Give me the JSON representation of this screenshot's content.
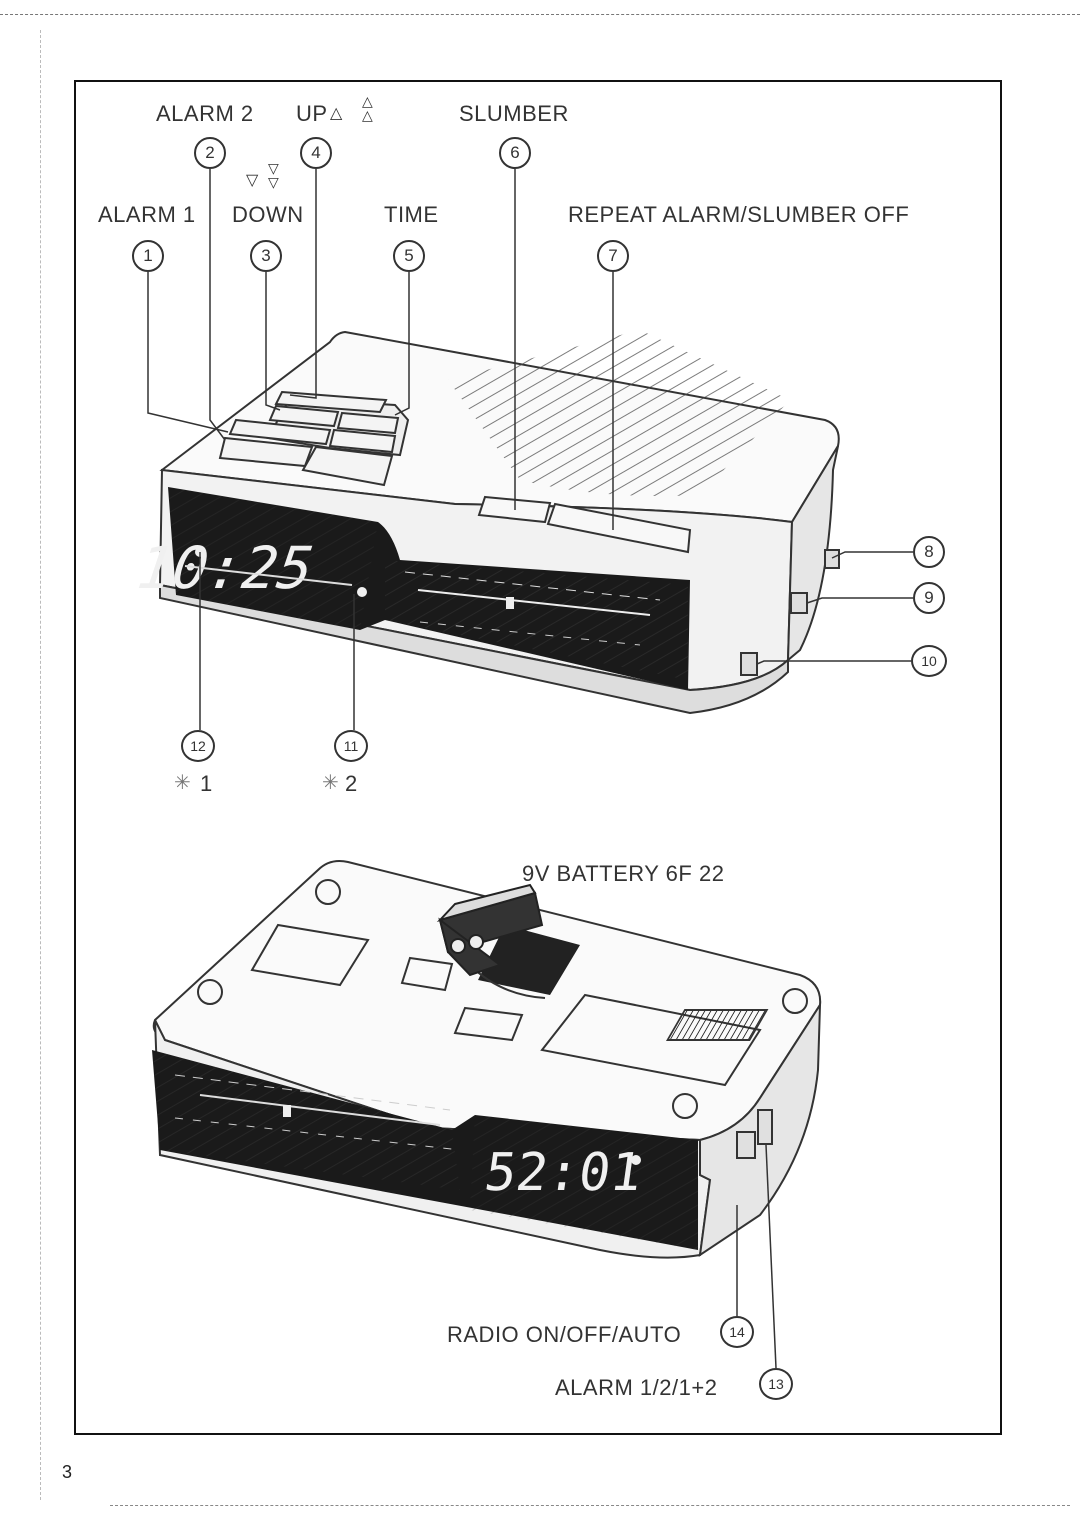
{
  "figure": {
    "labels": {
      "alarm1": "ALARM 1",
      "alarm2": "ALARM 2",
      "down": "DOWN",
      "up": "UP",
      "time": "TIME",
      "slumber": "SLUMBER",
      "repeat": "REPEAT ALARM/SLUMBER OFF",
      "battery": "9V BATTERY 6F 22",
      "radio": "RADIO ON/OFF/AUTO",
      "alarm_select": "ALARM 1/2/1+2",
      "alarm_ind_1": "1",
      "alarm_ind_2": "2"
    },
    "callouts": [
      "1",
      "2",
      "3",
      "4",
      "5",
      "6",
      "7",
      "8",
      "9",
      "10",
      "11",
      "12",
      "13",
      "14"
    ],
    "display_top": "10:25",
    "display_bottom": "52:01",
    "up_symbols": "△",
    "down_symbols": "▽"
  },
  "page_number": "3"
}
